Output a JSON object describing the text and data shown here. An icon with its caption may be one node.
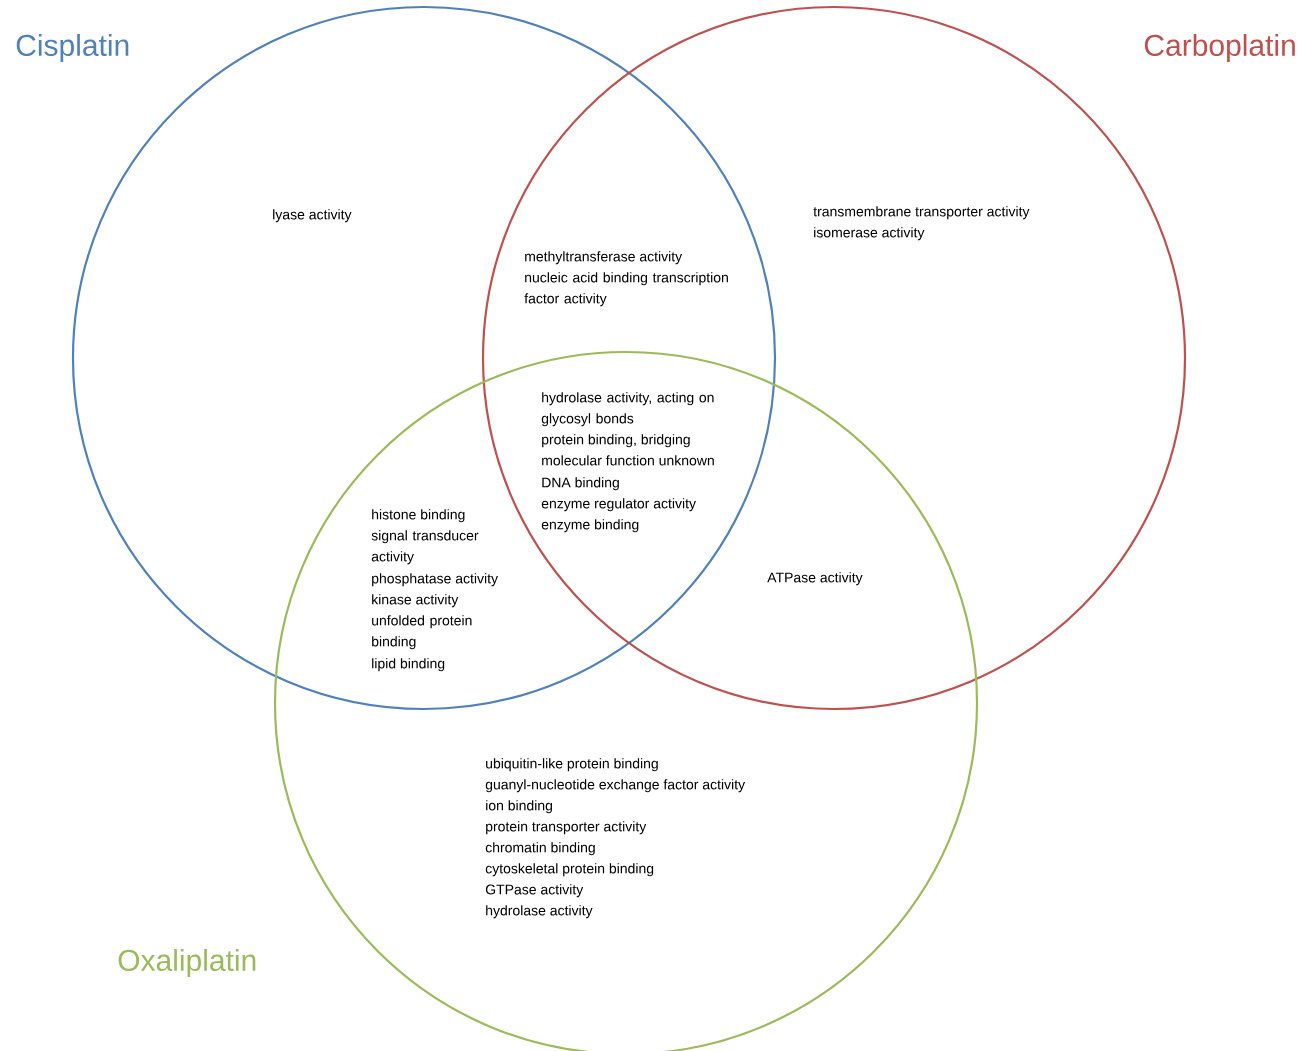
{
  "diagram": {
    "nodes": [
      {
        "text": [
          "Cisplatin"
        ]
      },
      {
        "text": [
          "Carboplatin"
        ]
      },
      {
        "text": [
          "Oxaliplatin"
        ]
      }
    ],
    "labels": [
      "lyase activity",
      "transmembrane transporter activity",
      "isomerase activity",
      "methyltransferase activity",
      "nucleic acid binding transcription factor activity",
      "hydrolase activity, acting on glycosyl bonds",
      "protein binding, bridging",
      "molecular function unknown",
      "DNA binding",
      "enzyme regulator activity",
      "enzyme binding",
      "histone binding",
      "signal transducer activity",
      "phosphatase activity",
      "kinase activity",
      "unfolded protein binding",
      "lipid binding",
      "ATPase activity",
      "ubiquitin-like protein binding",
      "guanyl-nucleotide exchange factor activity",
      "ion binding",
      "protein transporter activity",
      "chromatin binding",
      "cytoskeletal protein binding",
      "GTPase activity",
      "hydrolase activity"
    ]
  }
}
